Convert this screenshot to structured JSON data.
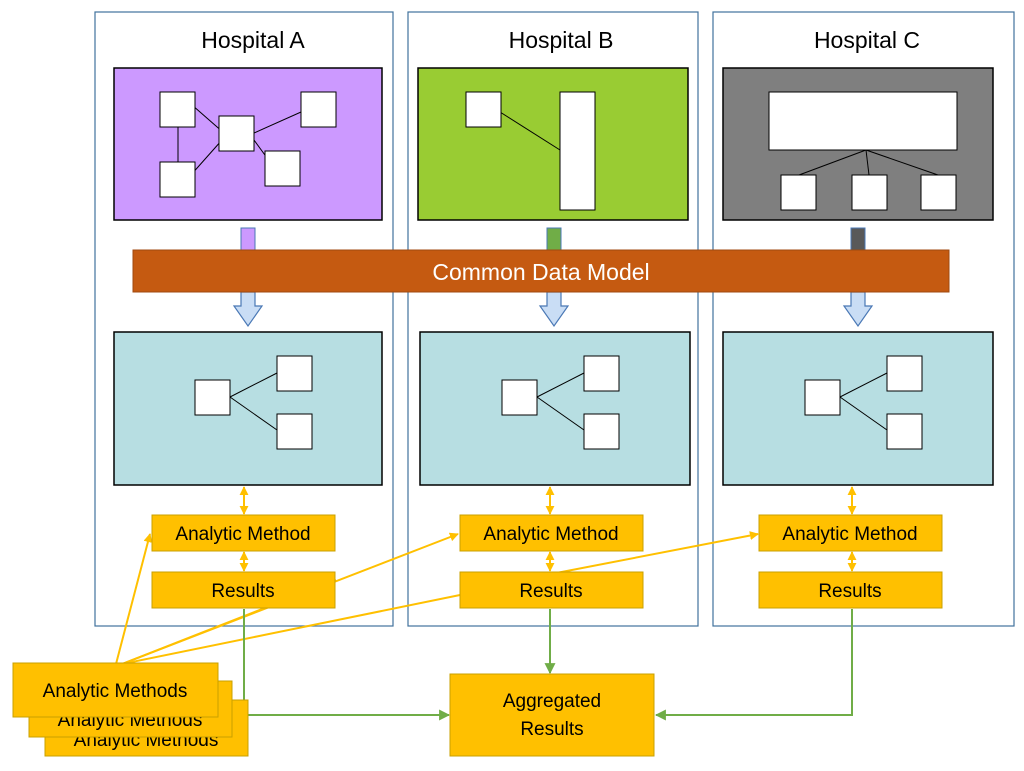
{
  "hospitals": [
    {
      "name": "Hospital A",
      "color": "#CC99FF"
    },
    {
      "name": "Hospital B",
      "color": "#99CC33"
    },
    {
      "name": "Hospital C",
      "color": "#7F7F7F"
    }
  ],
  "common_data_model": {
    "label": "Common Data Model",
    "color": "#C55A11"
  },
  "cdm_panel_color": "#B7DEE2",
  "analytic_method_label": "Analytic Method",
  "results_label": "Results",
  "analytic_methods_stack": [
    "Analytic Methods",
    "Analytic Methods",
    "Analytic Methods"
  ],
  "aggregated_results": {
    "line1": "Aggregated",
    "line2": "Results"
  },
  "colors": {
    "box_fill": "#FFC000",
    "box_border": "#C9A000",
    "distribute_arrow": "#FFC000",
    "aggregate_arrow": "#70AD47",
    "frame_border": "#41719C",
    "down_arrow_fill": "#C9DDF5",
    "down_arrow_stroke": "#4A78B5"
  }
}
